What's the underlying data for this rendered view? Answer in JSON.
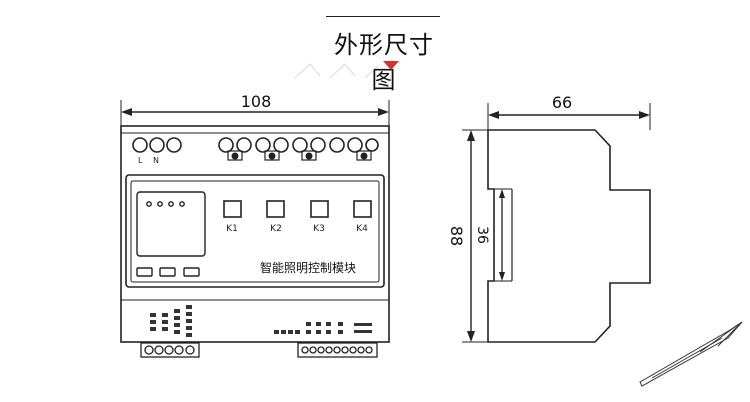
{
  "title": "外形尺寸图",
  "front_view": {
    "width_label": "108",
    "terminal_labels_left": [
      "L",
      "N"
    ],
    "channel_labels": [
      "K1",
      "K2",
      "K3",
      "K4"
    ],
    "module_name": "智能照明控制模块"
  },
  "side_view": {
    "width_label": "66",
    "height_label": "88",
    "rail_label": "36"
  },
  "icons": {
    "marker": "triangle-down-icon",
    "pen": "pen-icon"
  },
  "colors": {
    "marker": "#d9322b",
    "line": "#222222"
  }
}
